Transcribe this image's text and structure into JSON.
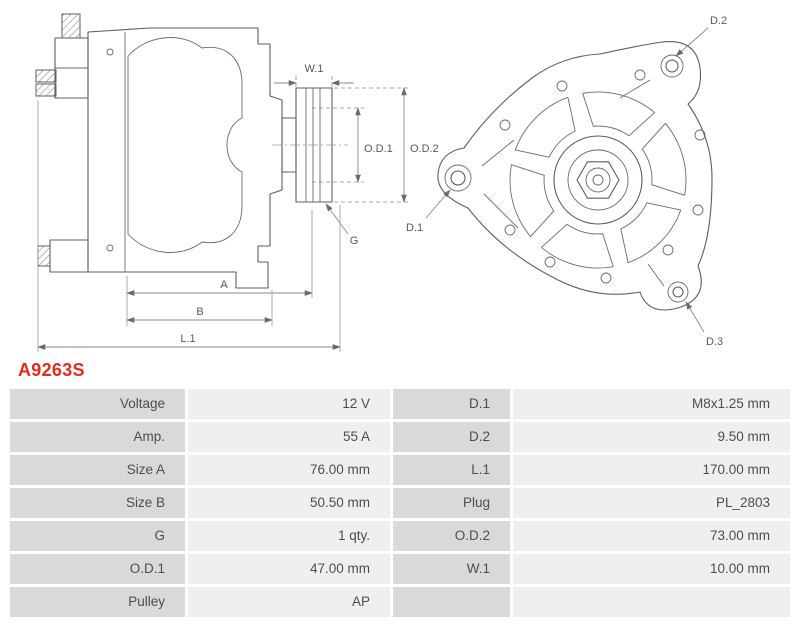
{
  "part_number": "A9263S",
  "diagram": {
    "side_labels": {
      "w1": "W.1",
      "od1": "O.D.1",
      "od2": "O.D.2",
      "g": "G",
      "a": "A",
      "b": "B",
      "l1": "L.1"
    },
    "front_labels": {
      "d1": "D.1",
      "d2": "D.2",
      "d3": "D.3"
    }
  },
  "spec_table": {
    "rows": [
      {
        "c1": "Voltage",
        "v1": "12 V",
        "c2": "D.1",
        "v2": "M8x1.25 mm"
      },
      {
        "c1": "Amp.",
        "v1": "55 A",
        "c2": "D.2",
        "v2": "9.50 mm"
      },
      {
        "c1": "Size A",
        "v1": "76.00 mm",
        "c2": "L.1",
        "v2": "170.00 mm"
      },
      {
        "c1": "Size B",
        "v1": "50.50 mm",
        "c2": "Plug",
        "v2": "PL_2803"
      },
      {
        "c1": "G",
        "v1": "1 qty.",
        "c2": "O.D.2",
        "v2": "73.00 mm"
      },
      {
        "c1": "O.D.1",
        "v1": "47.00 mm",
        "c2": "W.1",
        "v2": "10.00 mm"
      },
      {
        "c1": "Pulley",
        "v1": "AP",
        "c2": "",
        "v2": ""
      }
    ]
  },
  "colors": {
    "part_number": "#e52b1e",
    "label_cell": "#d9d9d9",
    "value_cell": "#efefef",
    "drawing_line": "#5f5f5f"
  }
}
